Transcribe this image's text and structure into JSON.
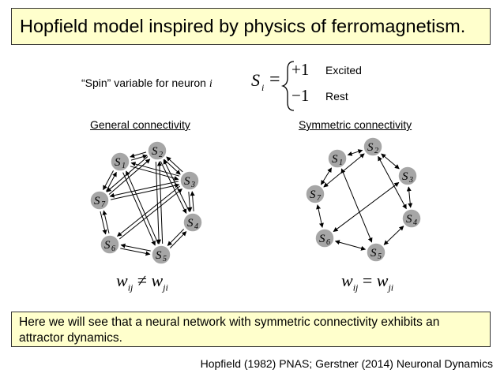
{
  "title": "Hopfield model inspired by physics of ferromagnetism.",
  "spin": {
    "label": "“Spin” variable for neuron",
    "label_var": "i",
    "symbol": "S",
    "subscript": "i",
    "equals": "=",
    "plus_value": "+1",
    "minus_value": "−1",
    "excited_label": "Excited",
    "rest_label": "Rest"
  },
  "general": {
    "heading": "General connectivity",
    "equation": {
      "w1": "w",
      "sub1": "ij",
      "op": "≠",
      "w2": "w",
      "sub2": "ji"
    }
  },
  "symmetric": {
    "heading": "Symmetric connectivity",
    "equation": {
      "w1": "w",
      "sub1": "ij",
      "op": "=",
      "w2": "w",
      "sub2": "ji"
    }
  },
  "node_symbol": "S",
  "node_labels": [
    "1",
    "2",
    "3",
    "4",
    "5",
    "6",
    "7"
  ],
  "note": "Here we will see that a neural network with symmetric connectivity exhibits an attractor dynamics.",
  "citation": "Hopfield (1982) PNAS; Gerstner (2014) Neuronal Dynamics",
  "colors": {
    "box_fill": "#ffffcc",
    "node_fill": "#a6a6a6"
  }
}
